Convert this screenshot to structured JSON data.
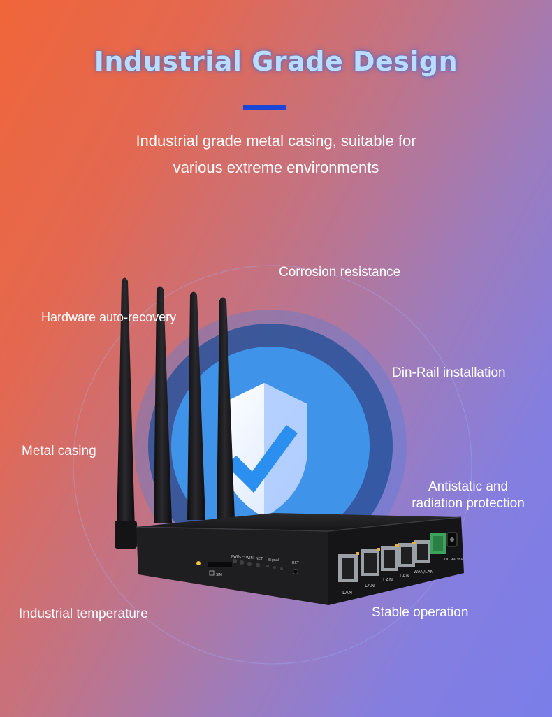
{
  "header": {
    "title": "Industrial Grade Design",
    "subtitle_line1": "Industrial grade metal casing, suitable for",
    "subtitle_line2": "various extreme environments"
  },
  "features": {
    "corrosion": "Corrosion resistance",
    "auto_recovery": "Hardware auto-recovery",
    "din_rail": "Din-Rail installation",
    "metal_casing": "Metal casing",
    "antistatic_line1": "Antistatic and",
    "antistatic_line2": "radiation protection",
    "temperature": "Industrial temperature",
    "stable": "Stable operation"
  },
  "device": {
    "indicator_labels": [
      "PWR",
      "SYS",
      "WIFI",
      "NET"
    ],
    "signal_label": "Signal",
    "reset_label": "RST",
    "sim_label": "SIM",
    "port_labels": [
      "LAN",
      "LAN",
      "LAN",
      "LAN",
      "WAN/LAN"
    ],
    "power_label": "DC 9V-36V"
  },
  "colors": {
    "title_glow": "#4a7ad8",
    "accent_bar": "#1a47d6",
    "shield_blue": "#2b8ff0",
    "device_body": "#1b1b1d"
  }
}
